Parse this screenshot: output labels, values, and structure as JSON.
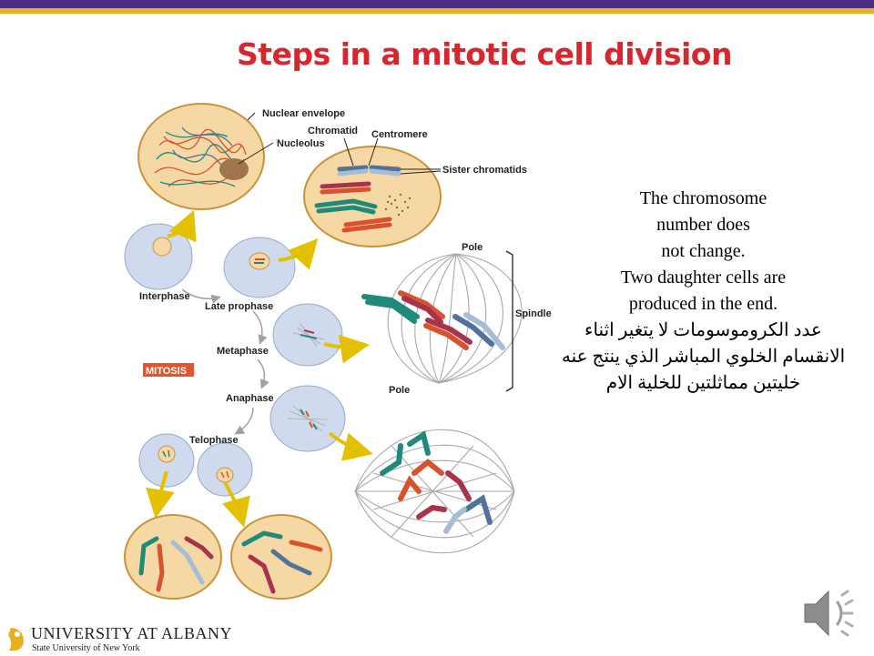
{
  "slide": {
    "title": "Steps in a mitotic cell division"
  },
  "diagram": {
    "labels": {
      "nuclear_envelope": "Nuclear envelope",
      "nucleolus": "Nucleolus",
      "chromatid": "Chromatid",
      "centromere": "Centromere",
      "sister_chromatids": "Sister chromatids",
      "pole_top": "Pole",
      "pole_bottom": "Pole",
      "spindle": "Spindle",
      "interphase": "Interphase",
      "late_prophase": "Late prophase",
      "metaphase": "Metaphase",
      "anaphase": "Anaphase",
      "telophase": "Telophase",
      "mitosis": "MITOSIS"
    },
    "colors": {
      "cell_fill": "#f6d8a4",
      "cell_border": "#c8943a",
      "small_cell": "#cfdaee",
      "arrow": "#e3c000",
      "teal": "#1f8a7a",
      "red": "#d9522f",
      "maroon": "#a8344c",
      "blue": "#51739a",
      "light_blue": "#a7bcd6",
      "mitosis_badge": "#e2552d"
    }
  },
  "caption": {
    "lines": [
      "The chromosome",
      "number does",
      "not change.",
      "Two daughter cells are",
      "produced in the end."
    ],
    "arabic_lines": [
      "عدد الكروموسومات لا يتغير اثناء",
      "الانقسام الخلوي المباشر الذي ينتج عنه",
      "خليتين مماثلتين للخلية الام"
    ]
  },
  "footer": {
    "university": "UNIVERSITY AT ALBANY",
    "subtitle": "State University of New York"
  }
}
